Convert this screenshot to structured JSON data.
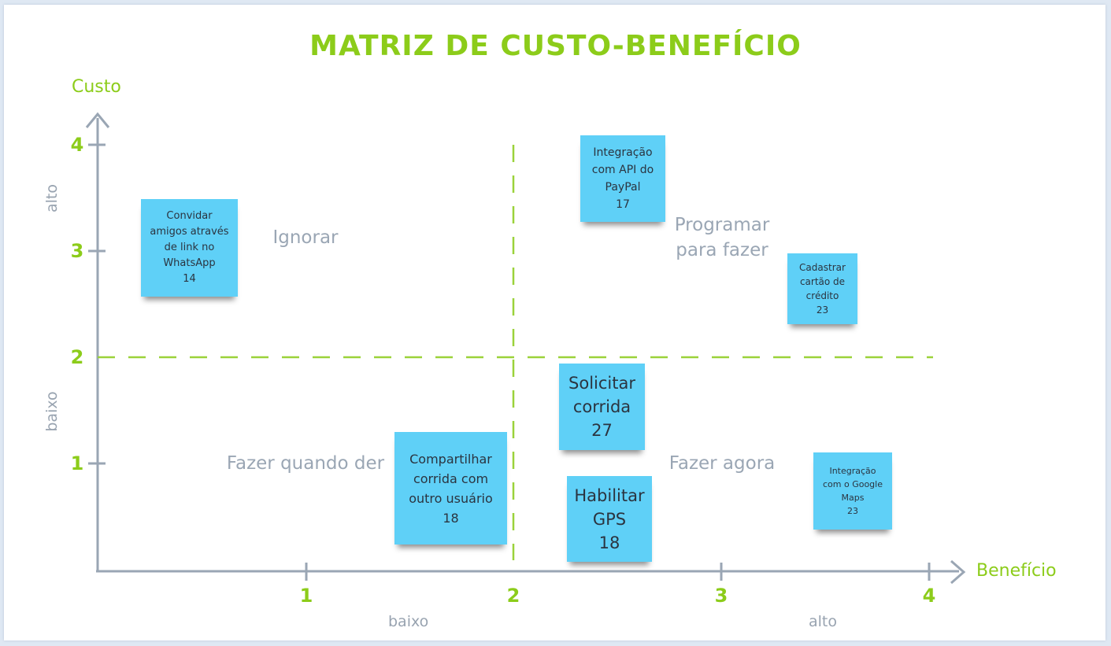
{
  "title": "MATRIZ DE CUSTO-BENEFÍCIO",
  "y_axis_label": "Custo",
  "x_axis_label": "Benefício",
  "y_ticks": [
    "1",
    "2",
    "3",
    "4"
  ],
  "x_ticks": [
    "1",
    "2",
    "3",
    "4"
  ],
  "y_side": {
    "high": "alto",
    "low": "baixo"
  },
  "x_side": {
    "low": "baixo",
    "high": "alto"
  },
  "quadrants": {
    "top_left": "Ignorar",
    "top_right_line1": "Programar",
    "top_right_line2": "para fazer",
    "bottom_left": "Fazer quando der",
    "bottom_right": "Fazer agora"
  },
  "notes": [
    {
      "lines": [
        "Convidar",
        "amigos através",
        "de link no",
        "WhatsApp",
        "14"
      ]
    },
    {
      "lines": [
        "Integração",
        "com API do",
        "PayPal",
        "17"
      ]
    },
    {
      "lines": [
        "Cadastrar",
        "cartão de",
        "crédito",
        "23"
      ]
    },
    {
      "lines": [
        "Solicitar",
        "corrida",
        "27"
      ]
    },
    {
      "lines": [
        "Compartilhar",
        "corrida com",
        "outro usuário",
        "18"
      ]
    },
    {
      "lines": [
        "Habilitar",
        "GPS",
        "18"
      ]
    },
    {
      "lines": [
        "Integração",
        "com o Google",
        "Maps",
        "23"
      ]
    }
  ],
  "colors": {
    "accent": "#8ccc1a",
    "axis": "#9aa6b4",
    "note": "#5fd0f7"
  }
}
